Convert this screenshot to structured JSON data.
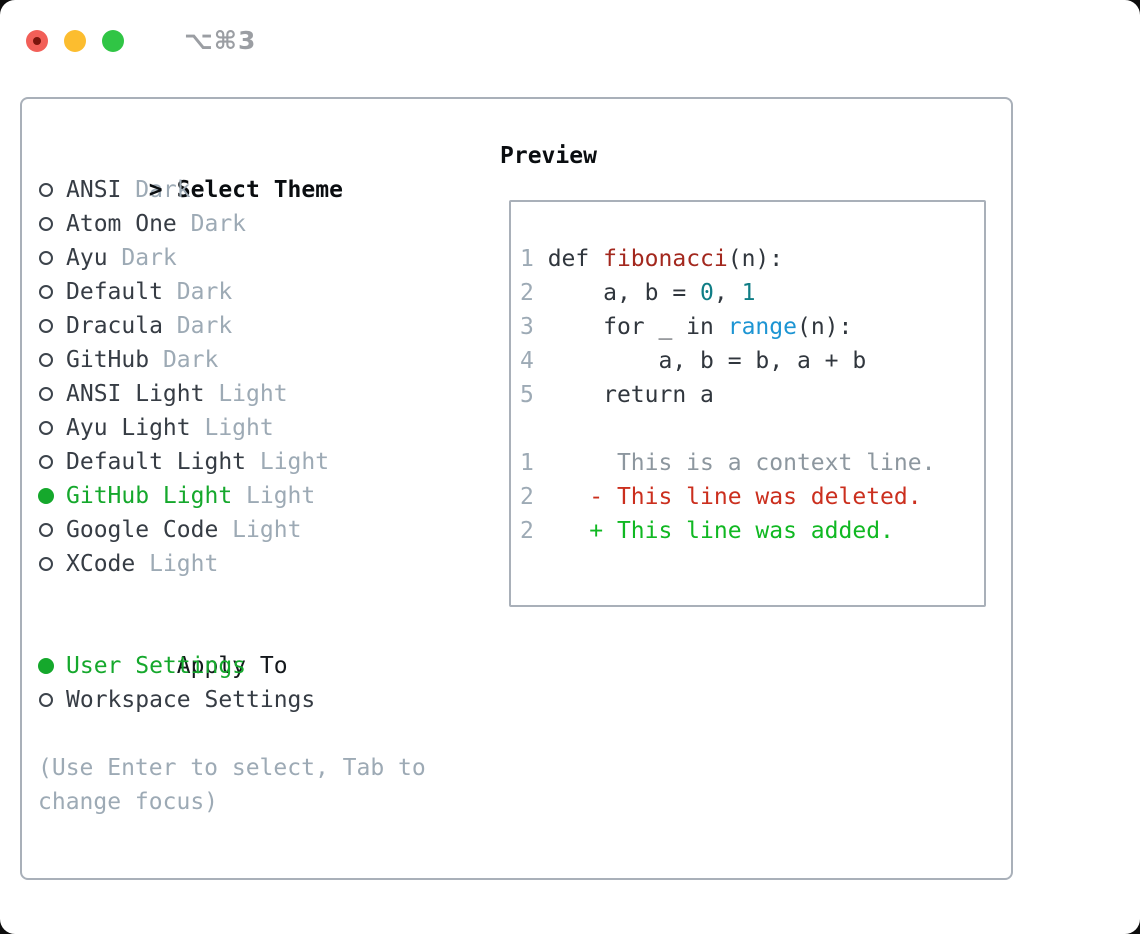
{
  "window": {
    "title": "⌥⌘3"
  },
  "panel": {
    "theme_section": {
      "prompt": ">",
      "title": "Select Theme",
      "items": [
        {
          "name": "ANSI",
          "variant": "Dark",
          "selected": false
        },
        {
          "name": "Atom One",
          "variant": "Dark",
          "selected": false
        },
        {
          "name": "Ayu",
          "variant": "Dark",
          "selected": false
        },
        {
          "name": "Default",
          "variant": "Dark",
          "selected": false
        },
        {
          "name": "Dracula",
          "variant": "Dark",
          "selected": false
        },
        {
          "name": "GitHub",
          "variant": "Dark",
          "selected": false
        },
        {
          "name": "ANSI Light",
          "variant": "Light",
          "selected": false
        },
        {
          "name": "Ayu Light",
          "variant": "Light",
          "selected": false
        },
        {
          "name": "Default Light",
          "variant": "Light",
          "selected": false
        },
        {
          "name": "GitHub Light",
          "variant": "Light",
          "selected": true
        },
        {
          "name": "Google Code",
          "variant": "Light",
          "selected": false
        },
        {
          "name": "XCode",
          "variant": "Light",
          "selected": false
        }
      ]
    },
    "apply_section": {
      "title": "Apply To",
      "options": [
        {
          "label": "User Settings",
          "selected": true
        },
        {
          "label": "Workspace Settings",
          "selected": false
        }
      ]
    },
    "help_lines": [
      "(Use Enter to select, Tab to",
      "change focus)"
    ],
    "preview": {
      "title": "Preview",
      "code_lines": [
        {
          "num": "1",
          "tokens": [
            {
              "t": " def ",
              "c": "code_text"
            },
            {
              "t": "fibonacci",
              "c": "func_red"
            },
            {
              "t": "(n):",
              "c": "code_text"
            }
          ]
        },
        {
          "num": "2",
          "tokens": [
            {
              "t": "     a, b = ",
              "c": "code_text"
            },
            {
              "t": "0",
              "c": "num_teal"
            },
            {
              "t": ", ",
              "c": "code_text"
            },
            {
              "t": "1",
              "c": "num_teal"
            }
          ]
        },
        {
          "num": "3",
          "tokens": [
            {
              "t": "     for _ in ",
              "c": "code_text"
            },
            {
              "t": "range",
              "c": "call_blue"
            },
            {
              "t": "(n):",
              "c": "code_text"
            }
          ]
        },
        {
          "num": "4",
          "tokens": [
            {
              "t": "         a, b = b, a + b",
              "c": "code_text"
            }
          ]
        },
        {
          "num": "5",
          "tokens": [
            {
              "t": "     return a",
              "c": "code_text"
            }
          ]
        },
        {
          "num": "",
          "tokens": []
        },
        {
          "num": "1",
          "tokens": [
            {
              "t": "      This is a context line.",
              "c": "diff_context"
            }
          ]
        },
        {
          "num": "2",
          "tokens": [
            {
              "t": "    - This line was deleted.",
              "c": "diff_del"
            }
          ]
        },
        {
          "num": "2",
          "tokens": [
            {
              "t": "    + This line was added.",
              "c": "diff_add"
            }
          ]
        }
      ]
    }
  },
  "colors": {
    "selected_green": "#15a82c",
    "item_text": "#363c44",
    "variant_muted": "#9daab5",
    "header_text": "#0a0d10",
    "help_text": "#9daab5",
    "line_number": "#9daab5",
    "code_text": "#30363d",
    "func_red": "#a3281e",
    "num_teal": "#0f7d85",
    "call_blue": "#1d95d3",
    "diff_context": "#8d979f",
    "diff_del": "#cb2f1e",
    "diff_add": "#10b822",
    "panel_border": "#a9b0b9",
    "traffic_red": "#f25f58",
    "traffic_yellow": "#fcbd2f",
    "traffic_green": "#30c545",
    "window_title": "#9b9ea3"
  }
}
